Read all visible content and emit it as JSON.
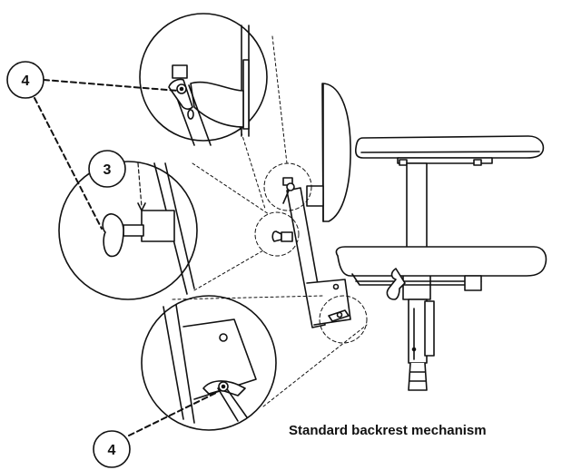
{
  "callouts": [
    {
      "id": "callout-top",
      "label": "4"
    },
    {
      "id": "callout-middle",
      "label": "3"
    },
    {
      "id": "callout-bottom",
      "label": "4"
    }
  ],
  "caption": "Standard backrest mechanism",
  "colors": {
    "line": "#111111",
    "fill": "#ffffff",
    "shade": "#d8d8d8"
  }
}
